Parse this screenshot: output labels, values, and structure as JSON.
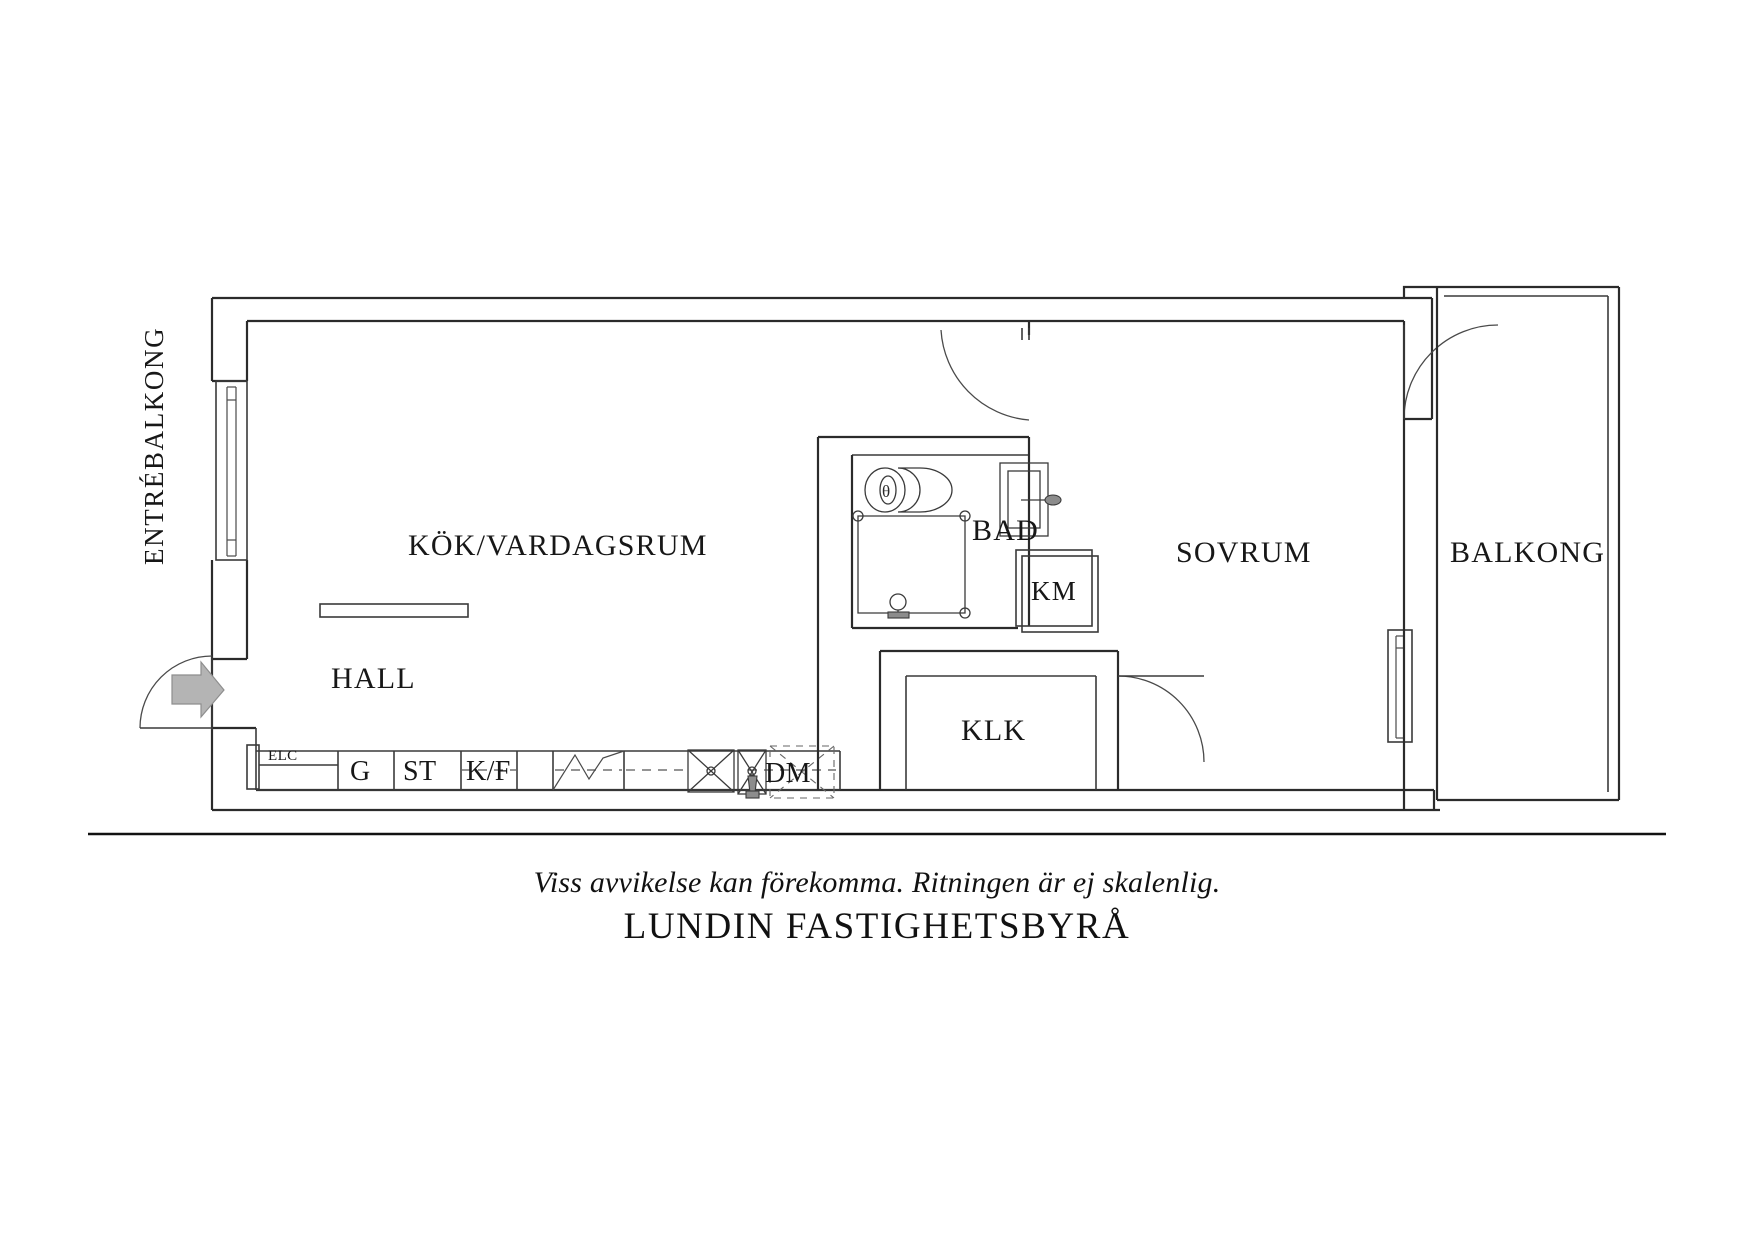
{
  "document": {
    "type": "floor-plan",
    "orientation": "landscape",
    "background_color": "#ffffff",
    "line_color": "#2b2b2b"
  },
  "rooms": [
    {
      "id": "entrebalkong",
      "label": "ENTRÉBALKONG",
      "orientation": "vertical"
    },
    {
      "id": "kok_vardagsrum",
      "label": "KÖK/VARDAGSRUM",
      "orientation": "horizontal"
    },
    {
      "id": "hall",
      "label": "HALL",
      "orientation": "horizontal"
    },
    {
      "id": "bad",
      "label": "BAD",
      "orientation": "horizontal"
    },
    {
      "id": "km",
      "label": "KM",
      "orientation": "horizontal"
    },
    {
      "id": "klk",
      "label": "KLK",
      "orientation": "horizontal"
    },
    {
      "id": "sovrum",
      "label": "SOVRUM",
      "orientation": "horizontal"
    },
    {
      "id": "balkong",
      "label": "BALKONG",
      "orientation": "horizontal"
    }
  ],
  "kitchen_units": [
    {
      "id": "elc",
      "label": "ELC"
    },
    {
      "id": "g",
      "label": "G"
    },
    {
      "id": "st",
      "label": "ST"
    },
    {
      "id": "kf",
      "label": "K/F"
    },
    {
      "id": "dm",
      "label": "DM"
    }
  ],
  "fixtures": [
    {
      "id": "toilet",
      "name": "toilet-fixture"
    },
    {
      "id": "shower",
      "name": "shower-area"
    },
    {
      "id": "washbasin",
      "name": "washbasin-fixture"
    },
    {
      "id": "stove-hob",
      "name": "stove-hob-fixture"
    },
    {
      "id": "sink",
      "name": "kitchen-sink-fixture"
    },
    {
      "id": "entry-arrow",
      "name": "entrance-direction-arrow",
      "color": "#b4b4b4"
    }
  ],
  "doors": [
    {
      "id": "entry-door",
      "name": "entrance-door"
    },
    {
      "id": "bath-door",
      "name": "bathroom-door"
    },
    {
      "id": "klk-door",
      "name": "walk-in-closet-door"
    },
    {
      "id": "balcony-door",
      "name": "balcony-door"
    }
  ],
  "windows": [
    {
      "id": "window-left",
      "name": "entrance-balcony-window"
    },
    {
      "id": "window-right",
      "name": "bedroom-balcony-window"
    }
  ],
  "caption": {
    "note": "Viss avvikelse kan förekomma. Ritningen är ej skalenlig.",
    "brand": "LUNDIN FASTIGHETSBYRÅ"
  }
}
